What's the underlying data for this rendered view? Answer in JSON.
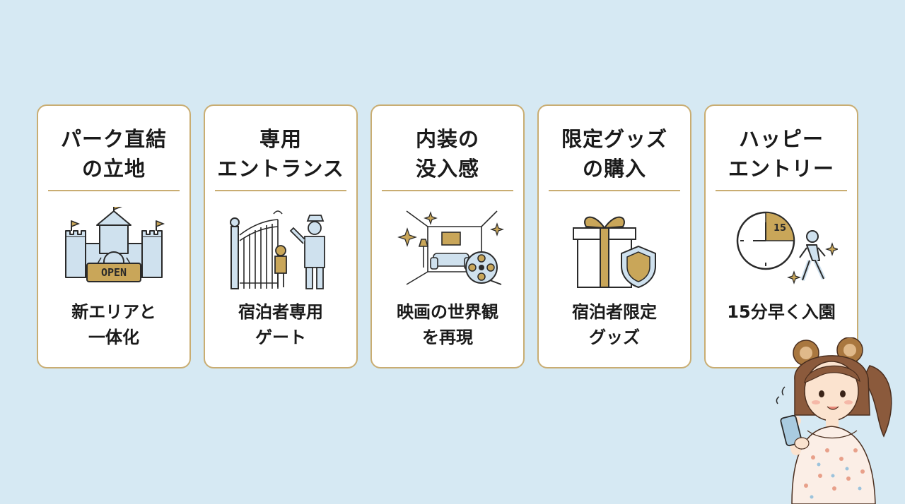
{
  "cards": [
    {
      "title": "パーク直結\nの立地",
      "description": "新エリアと\n一体化",
      "icon": "castle-icon",
      "sign_text": "OPEN"
    },
    {
      "title": "専用\nエントランス",
      "description": "宿泊者専用\nゲート",
      "icon": "gate-staff-icon"
    },
    {
      "title": "内装の\n没入感",
      "description": "映画の世界観\nを再現",
      "icon": "movie-room-icon"
    },
    {
      "title": "限定グッズ\nの購入",
      "description": "宿泊者限定\nグッズ",
      "icon": "gift-shield-icon"
    },
    {
      "title": "ハッピー\nエントリー",
      "description": "15分早く入園",
      "icon": "clock-walker-icon",
      "clock_text": "15"
    }
  ],
  "colors": {
    "background": "#d6e9f3",
    "card_border": "#c9ad72",
    "icon_blue": "#cfe1ee",
    "icon_gold": "#c9a659",
    "ink": "#2a2a2a"
  }
}
